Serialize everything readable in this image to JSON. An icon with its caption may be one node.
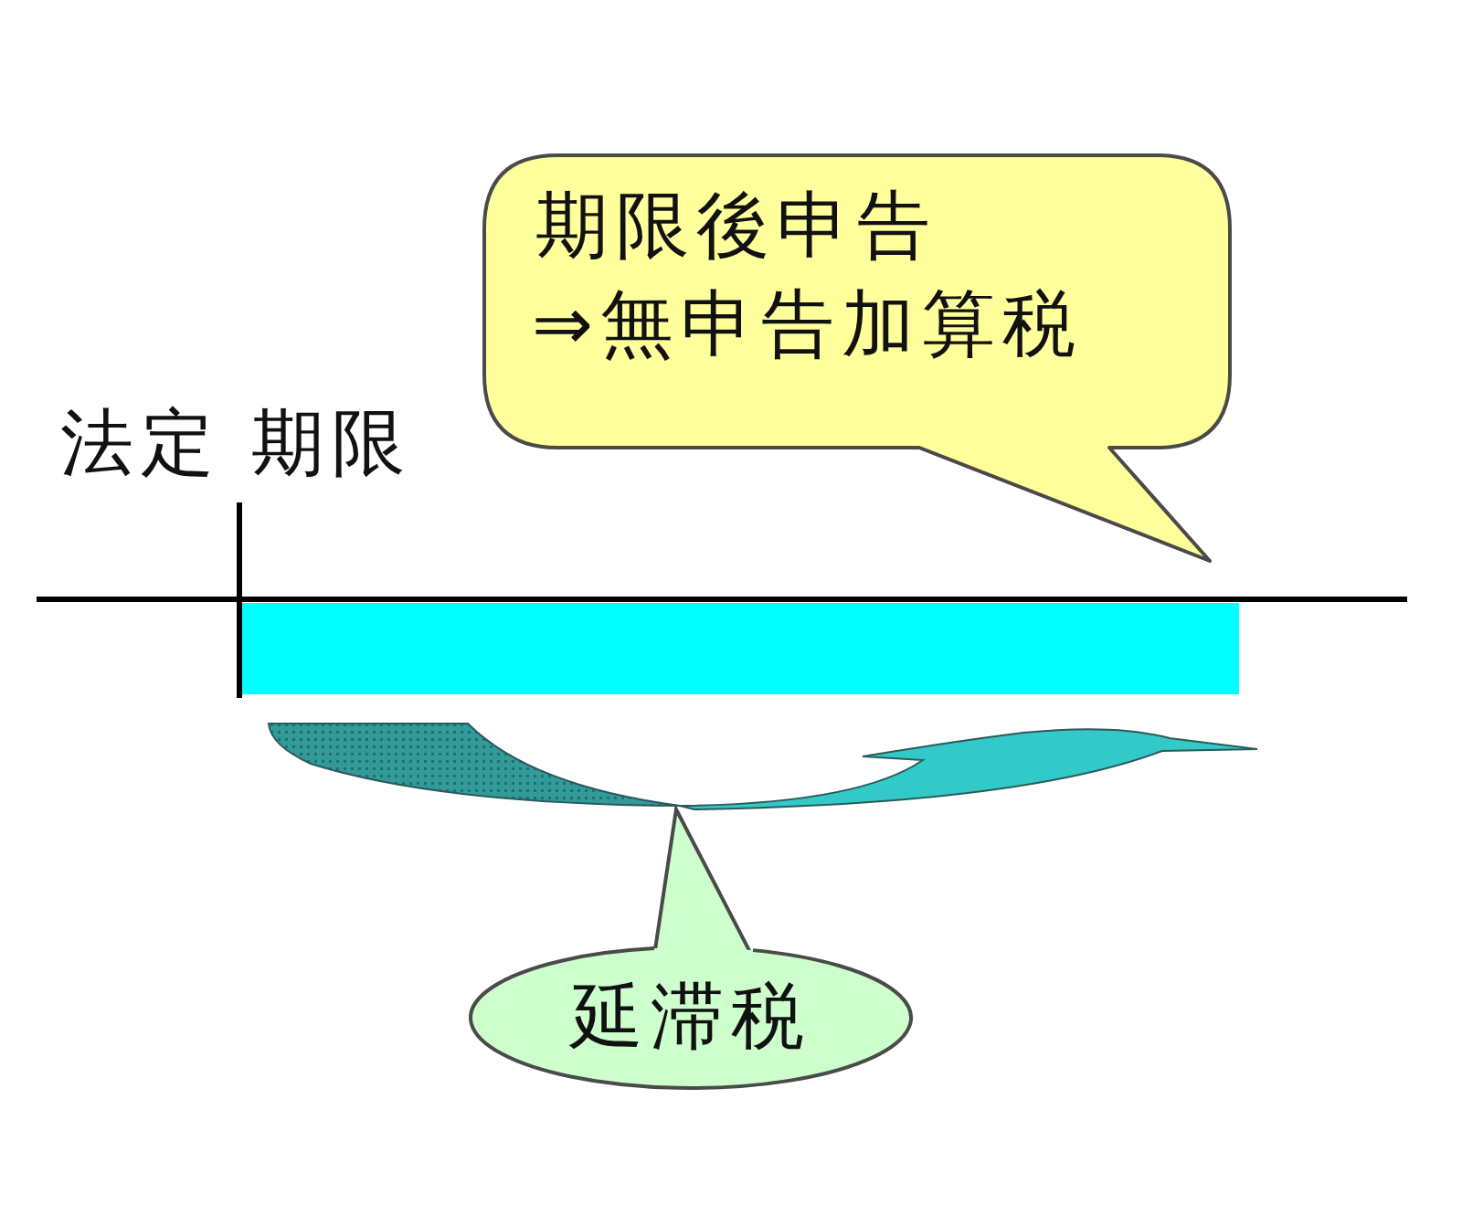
{
  "diagram": {
    "nodes": [
      {
        "text": [
          "期限後申告",
          "⇒無申告加算税"
        ]
      },
      {
        "text": [],
        "shape": "bar"
      },
      {
        "text": [],
        "shape": "arrow"
      },
      {
        "text": [
          "延滞税"
        ]
      }
    ],
    "edges": [
      {
        "from": 3,
        "to": 2,
        "arrow": "to"
      }
    ],
    "labels": [
      "法定 期限"
    ]
  }
}
